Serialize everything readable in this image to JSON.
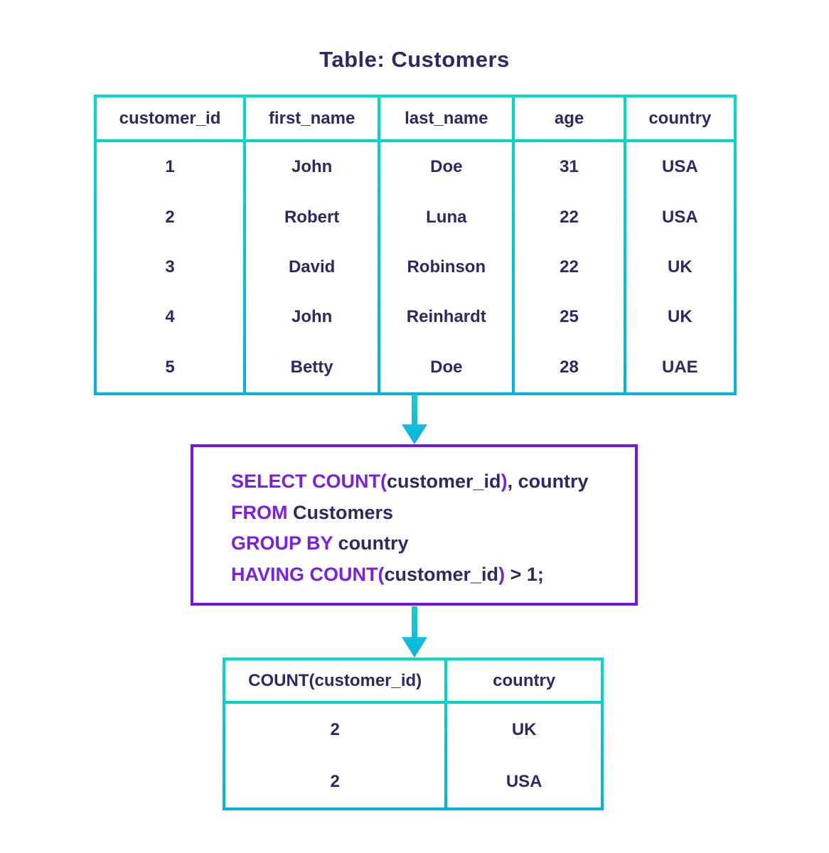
{
  "title": "Table: Customers",
  "colors": {
    "navy_text": "#2d2963",
    "keyword_purple": "#7b1fe0",
    "box_border_purple": "#7712e8",
    "table_border_teal_top": "#00dcc6",
    "table_border_teal_bottom": "#00b2e0",
    "background": "#ffffff"
  },
  "customers_table": {
    "columns": [
      "customer_id",
      "first_name",
      "last_name",
      "age",
      "country"
    ],
    "rows": [
      [
        "1",
        "John",
        "Doe",
        "31",
        "USA"
      ],
      [
        "2",
        "Robert",
        "Luna",
        "22",
        "USA"
      ],
      [
        "3",
        "David",
        "Robinson",
        "22",
        "UK"
      ],
      [
        "4",
        "John",
        "Reinhardt",
        "25",
        "UK"
      ],
      [
        "5",
        "Betty",
        "Doe",
        "28",
        "UAE"
      ]
    ]
  },
  "query": {
    "lines": [
      [
        {
          "text": "SELECT COUNT(",
          "kw": true
        },
        {
          "text": "customer_id",
          "kw": false
        },
        {
          "text": ")",
          "kw": true
        },
        {
          "text": ", country",
          "kw": false
        }
      ],
      [
        {
          "text": "FROM",
          "kw": true
        },
        {
          "text": " Customers",
          "kw": false
        }
      ],
      [
        {
          "text": "GROUP BY",
          "kw": true
        },
        {
          "text": " country",
          "kw": false
        }
      ],
      [
        {
          "text": "HAVING COUNT(",
          "kw": true
        },
        {
          "text": "customer_id",
          "kw": false
        },
        {
          "text": ")",
          "kw": true
        },
        {
          "text": " > 1;",
          "kw": false
        }
      ]
    ]
  },
  "result_table": {
    "columns": [
      "COUNT(customer_id)",
      "country"
    ],
    "rows": [
      [
        "2",
        "UK"
      ],
      [
        "2",
        "USA"
      ]
    ]
  },
  "icons": {
    "flow_arrow": "down-arrow"
  }
}
